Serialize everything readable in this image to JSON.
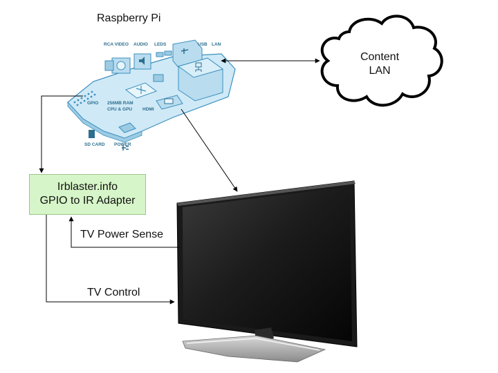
{
  "raspberry_pi": {
    "title": "Raspberry Pi",
    "board_labels": {
      "rca_video": "RCA VIDEO",
      "audio": "AUDIO",
      "leds": "LEDS",
      "usb": "USB",
      "lan": "LAN",
      "gpio": "GPIO",
      "ram_line1": "256MB RAM",
      "ram_line2": "CPU & GPU",
      "hdmi": "HDMI",
      "sd_card": "SD CARD",
      "power": "POWER"
    }
  },
  "cloud": {
    "line1": "Content",
    "line2": "LAN"
  },
  "adapter": {
    "line1": "Irblaster.info",
    "line2": "GPIO to IR Adapter"
  },
  "connections": {
    "tv_power_sense": "TV Power Sense",
    "tv_control": "TV Control"
  },
  "colors": {
    "adapter_fill": "#d6f5c8",
    "board_fill": "#cfe9f6",
    "board_stroke": "#3b8fbd",
    "tv_body": "#1a1a1a"
  }
}
